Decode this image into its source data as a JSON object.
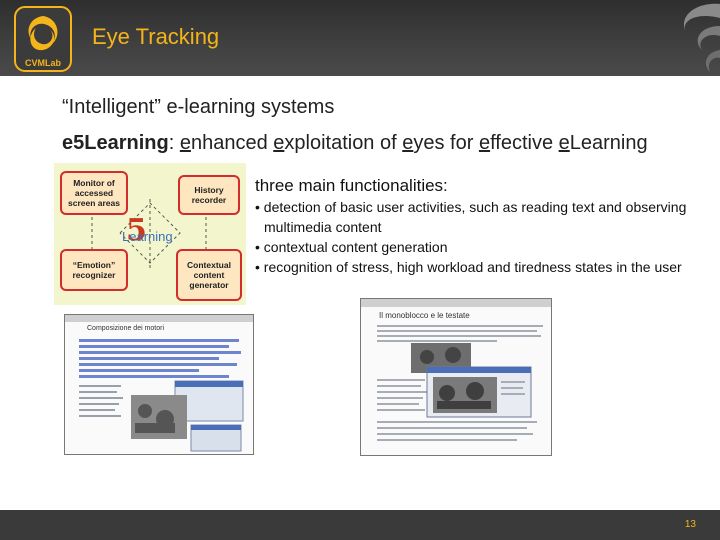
{
  "header": {
    "title": "Eye Tracking",
    "logo_text": "CVMLab",
    "accent_color": "#f4b41a"
  },
  "content": {
    "line1": "“Intelligent” e-learning systems",
    "line2": {
      "name": "e5Learning",
      "colon": ": ",
      "words": [
        {
          "first": "e",
          "rest": "nhanced "
        },
        {
          "first": "e",
          "rest": "xploitation of "
        },
        {
          "first": "e",
          "rest": "yes for "
        },
        {
          "first": "e",
          "rest": "ffective "
        },
        {
          "first": "e",
          "rest": "Learning"
        }
      ]
    },
    "functionalities_title": "three main functionalities:",
    "bullets": [
      "• detection of basic user activities, such as reading text and observing multimedia content",
      "• contextual content generation",
      "• recognition of stress, high workload and tiredness states in the user"
    ]
  },
  "diagram": {
    "boxes": [
      "Monitor of accessed screen areas",
      "History recorder",
      "“Emotion” recognizer",
      "Contextual content generator"
    ],
    "logo_digit": "5",
    "logo_text": "Learning"
  },
  "screenshots": {
    "left_heading": "Composizione dei motori",
    "right_heading": "Il monoblocco e le testate"
  },
  "footer": {
    "page_number": "13"
  }
}
